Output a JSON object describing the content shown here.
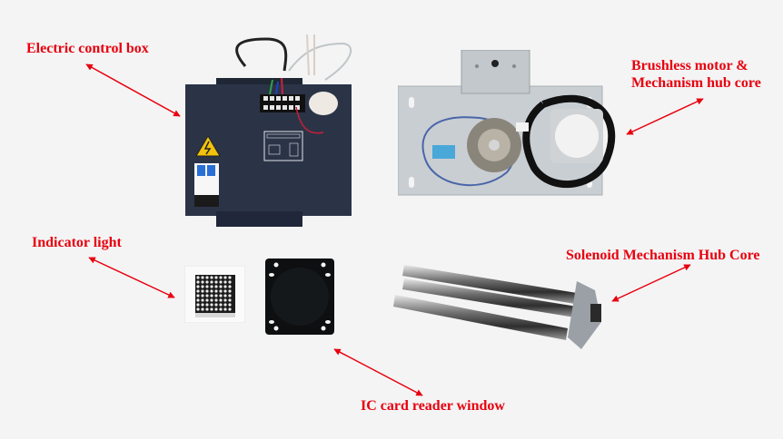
{
  "colors": {
    "background": "#f4f4f4",
    "label_text": "#e8000e",
    "arrow": "#e8000e",
    "control_box": "#2b3447",
    "metal_plate": "#c9ced3",
    "pcb_white": "#fafafa",
    "reader_window": "#0d0f10"
  },
  "labels": {
    "electric_control_box": "Electric control box",
    "brushless_motor_line1": "Brushless motor &",
    "brushless_motor_line2": "Mechanism hub core",
    "indicator_light": "Indicator light",
    "solenoid_hub_core": "Solenoid Mechanism Hub Core",
    "ic_card_reader_window": "IC card reader window"
  },
  "components": [
    {
      "name": "Electric control box",
      "icon": "control-box-photo"
    },
    {
      "name": "Brushless motor & Mechanism hub core",
      "icon": "motor-assembly-photo"
    },
    {
      "name": "Indicator light",
      "icon": "led-matrix-8x8-photo"
    },
    {
      "name": "IC card reader window",
      "icon": "reader-plate-photo"
    },
    {
      "name": "Solenoid Mechanism Hub Core",
      "icon": "solenoid-rods-photo"
    }
  ]
}
